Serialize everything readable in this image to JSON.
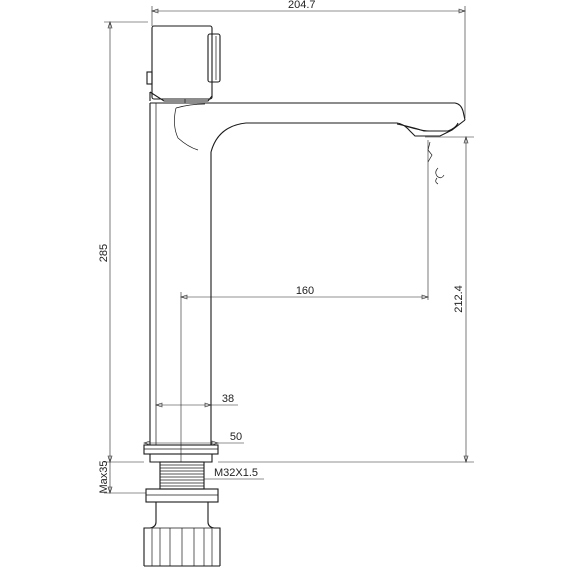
{
  "dimensions": {
    "overall_width": "204.7",
    "height": "285",
    "spout_reach": "160",
    "spout_height": "212.4",
    "body_diameter": "38",
    "base_diameter": "50",
    "thread": "M32X1.5",
    "max_thickness": "Max35"
  }
}
